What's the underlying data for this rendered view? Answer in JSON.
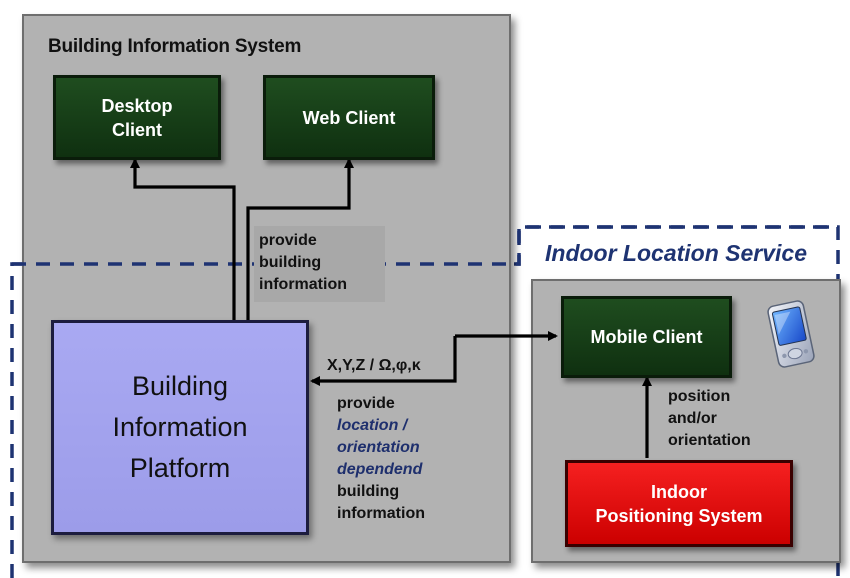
{
  "bis_panel": {
    "title": "Building Information System"
  },
  "ils": {
    "title": "Indoor Location Service"
  },
  "desktop_client": {
    "line1": "Desktop",
    "line2": "Client"
  },
  "web_client": {
    "label": "Web Client"
  },
  "platform": {
    "line1": "Building",
    "line2": "Information",
    "line3": "Platform"
  },
  "mobile_client": {
    "label": "Mobile Client"
  },
  "ips": {
    "line1": "Indoor",
    "line2": "Positioning System"
  },
  "notes": {
    "provide_building": [
      "provide",
      "building",
      "information"
    ],
    "coords": "X,Y,Z / Ω,φ,κ",
    "provide_location": {
      "line1": "provide",
      "line2": "location /",
      "line3": "orientation",
      "line4": "dependend",
      "line5": "building",
      "line6": "information"
    },
    "position": [
      "position",
      "and/or",
      "orientation"
    ]
  },
  "colors": {
    "panel_grey": "#b2b2b2",
    "green_box": "#1f4d1f",
    "platform_blue": "#a9a9f2",
    "ips_red": "#e60000",
    "dashed_navy": "#1e3372"
  },
  "icons": {
    "device": "pda-icon"
  }
}
